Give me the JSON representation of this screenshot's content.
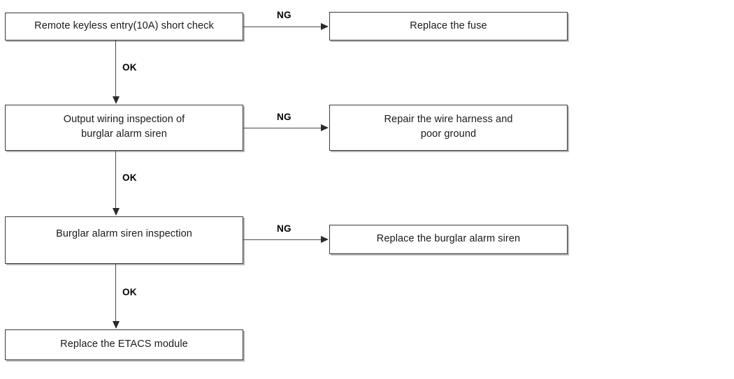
{
  "diagram": {
    "type": "troubleshooting-flowchart",
    "nodes": {
      "check_fuse": "Remote keyless entry(10A) short check",
      "replace_fuse": "Replace the fuse",
      "check_wiring": "Output wiring inspection of\nburglar alarm siren",
      "repair_harness": "Repair the wire harness and\npoor ground",
      "check_siren": "Burglar alarm siren inspection",
      "replace_siren": "Replace the burglar alarm siren",
      "replace_etacs": "Replace the ETACS module"
    },
    "edge_labels": {
      "ng_1": "NG",
      "ng_2": "NG",
      "ng_3": "NG",
      "ok_1": "OK",
      "ok_2": "OK",
      "ok_3": "OK"
    },
    "colors": {
      "background": "#ffffff",
      "box_border": "#3a3a3a",
      "connector": "#4a4a4a",
      "text": "#1a1a1a"
    }
  }
}
